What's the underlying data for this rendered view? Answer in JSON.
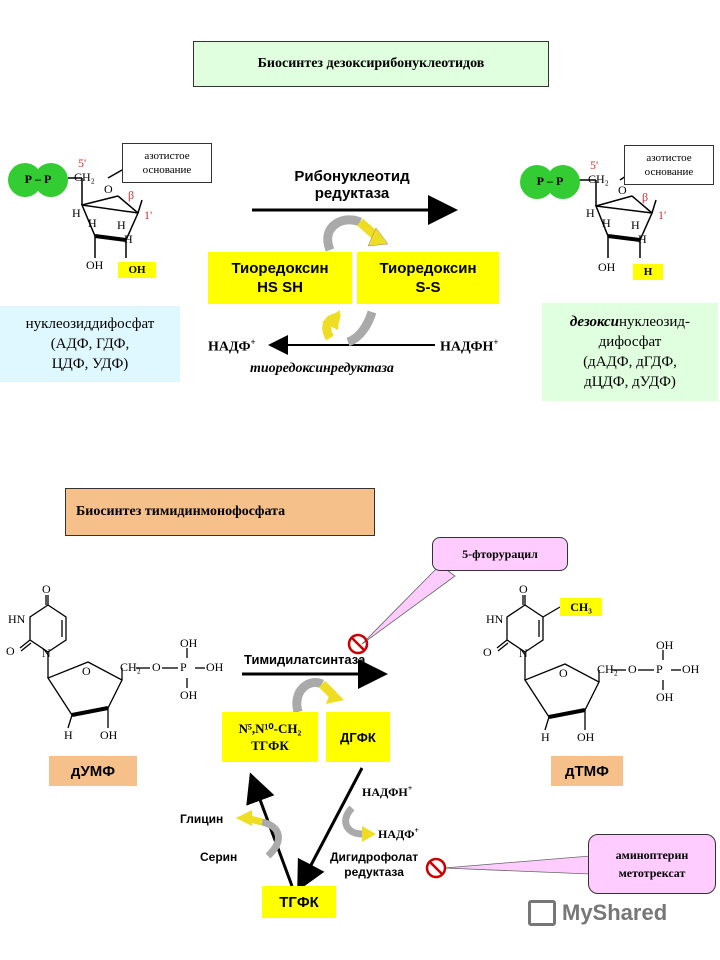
{
  "title_top": "Биосинтез дезоксирибонуклеотидов",
  "colors": {
    "green_box": "#dfffdf",
    "cyan_box": "#dff8ff",
    "yellow": "#ffff00",
    "salmon": "#f5c08a",
    "pink": "#ffccff",
    "phosphate_green": "#33cc33",
    "red_label": "#cc3333"
  },
  "left_nucleotide": {
    "phosphate": "Р – Р",
    "base_label": "азотистое основание",
    "prime5": "5'",
    "prime1": "1'",
    "beta": "β",
    "ch2": "CH₂",
    "o": "O",
    "h1": "H",
    "h2": "H",
    "h3": "H",
    "h4": "H",
    "oh_left": "OH",
    "oh_right": "OH"
  },
  "right_nucleotide": {
    "phosphate": "Р – Р",
    "base_label": "азотистое основание",
    "prime5": "5'",
    "prime1": "1'",
    "beta": "β",
    "ch2": "CH₂",
    "o": "O",
    "h1": "H",
    "h2": "H",
    "h3": "H",
    "h4": "H",
    "oh_left": "OH",
    "h_right": "H"
  },
  "ribonucleotide_reductase": "Рибонуклеотид\nредуктаза",
  "thioredoxin_reduced": {
    "name": "Тиоредоксин",
    "groups": "HS SH"
  },
  "thioredoxin_oxidized": {
    "name": "Тиоредоксин",
    "groups": "S-S"
  },
  "nadp": "НАДФ",
  "nadph": "НАДФН",
  "plus": "+",
  "thioredoxin_reductase": "тиоредоксинредуктаза",
  "nucleoside_diphosphate": {
    "line1": "нуклеозиддифосфат",
    "line2": "(АДФ, ГДФ,",
    "line3": "ЦДФ, УДФ)"
  },
  "deoxy_diphosphate": {
    "prefix": "дезокси",
    "line1_rest": "нуклеозид-",
    "line2": "дифосфат",
    "line3": "(дАДФ, дГДФ,",
    "line4": "дЦДФ, дУДФ)"
  },
  "title_bottom": "Биосинтез тимидинмонофосфата",
  "fluorouracil": "5-фторурацил",
  "thymidylate_synthase": "Тимидилатсинтаза",
  "methylene_thf": {
    "line1": "N⁵,N¹⁰-CH₂",
    "line2": "ТГФК"
  },
  "dhfa": "ДГФК",
  "dump": "дУМФ",
  "dtmp": "дТМФ",
  "nadph_bottom": "НАДФН",
  "nadp_bottom": "НАДФ",
  "glycine": "Глицин",
  "serine": "Серин",
  "dhf_reductase": "Дигидрофолат\nредуктаза",
  "thf": "ТГФК",
  "inhibitors": {
    "line1": "аминоптерин",
    "line2": "метотрексат"
  },
  "ch3": "CH₃",
  "dump_mol": {
    "o_top": "O",
    "hn": "HN",
    "o_left": "O",
    "n": "N",
    "o_ring": "O",
    "ch2": "CH₂",
    "o_link": "O",
    "p": "P",
    "oh1": "OH",
    "oh2": "OH",
    "oh3": "OH",
    "h": "H",
    "oh": "OH"
  },
  "dtmp_mol": {
    "o_top": "O",
    "hn": "HN",
    "o_left": "O",
    "n": "N",
    "o_ring": "O",
    "ch2": "CH₂",
    "o_link": "O",
    "p": "P",
    "oh1": "OH",
    "oh2": "OH",
    "oh3": "OH",
    "h": "H",
    "oh": "OH"
  },
  "watermark": "MyShared"
}
